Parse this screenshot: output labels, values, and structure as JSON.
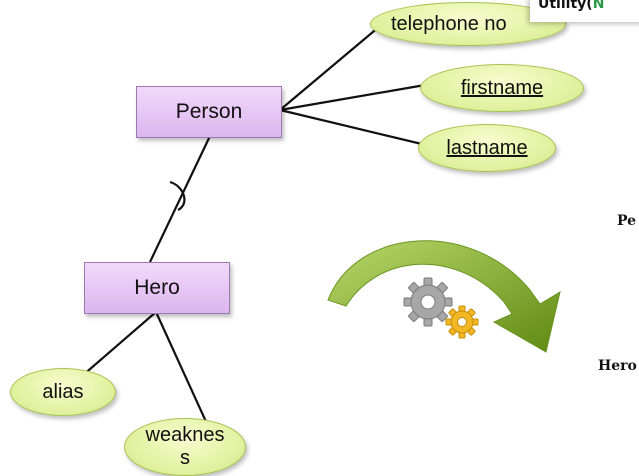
{
  "popup": {
    "prefix": "Utility(",
    "suffix": "N"
  },
  "entities": {
    "person": "Person",
    "hero": "Hero"
  },
  "attributes": {
    "telephone": "telephone no",
    "firstname": "firstname",
    "lastname": "lastname",
    "alias": "alias",
    "weakness_line1": "weaknes",
    "weakness_line2": "s"
  },
  "side_labels": {
    "person_cut": "Pe",
    "hero_cut": "Hero"
  },
  "colors": {
    "entity_fill": "#e6c6f4",
    "attribute_fill": "#e3f2a3",
    "arrow": "#7fa51f",
    "gear_gray": "#9a9a9a",
    "gear_gold": "#f0b41a"
  },
  "icons": [
    "curved-arrow-icon",
    "gears-icon"
  ]
}
